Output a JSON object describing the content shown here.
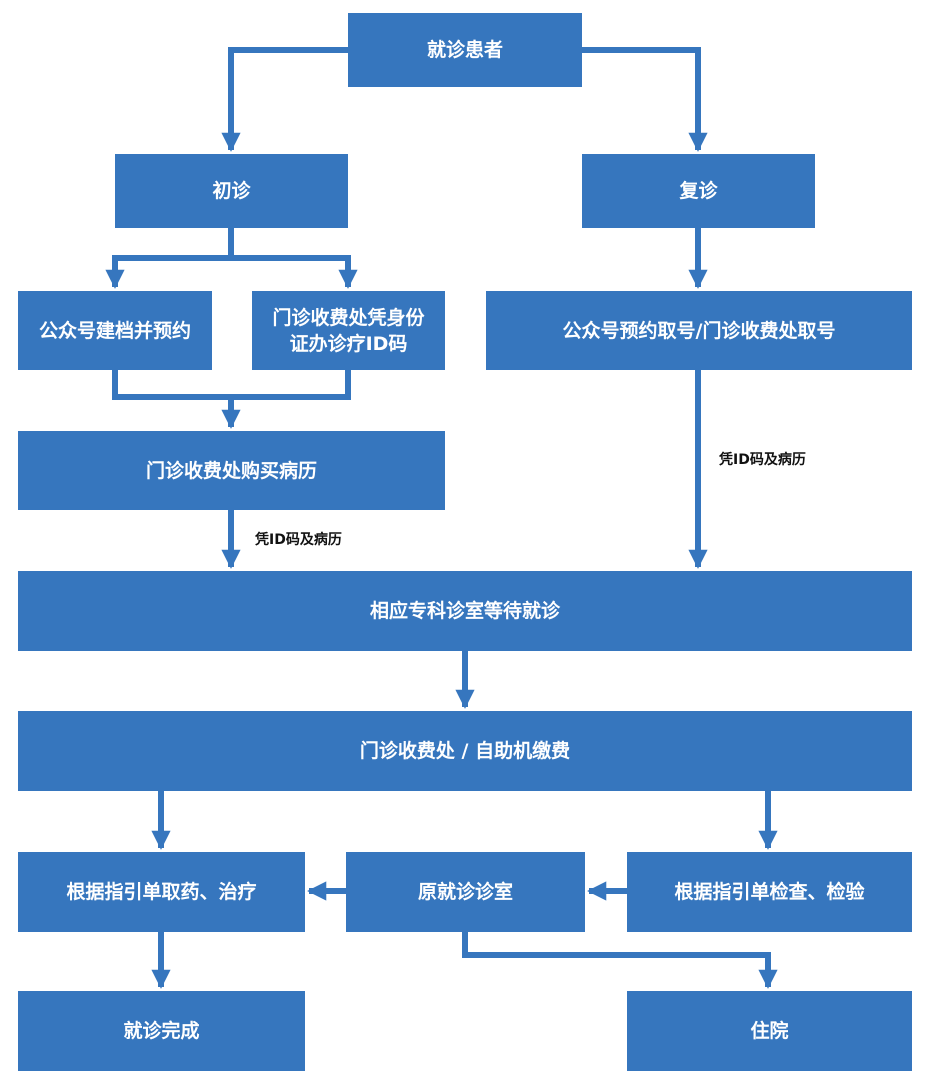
{
  "title": "就诊流程图",
  "colors": {
    "box_fill": "#3676be",
    "box_text": "#ffffff",
    "connector": "#3676be",
    "label_text": "#111111"
  },
  "nodes": {
    "patient": "就诊患者",
    "first_visit": "初诊",
    "return_visit": "复诊",
    "wechat_register": "公众号建档并预约",
    "cashier_id_line1": "门诊收费处凭身份",
    "cashier_id_line2": "证办诊疗ID码",
    "return_ticket": "公众号预约取号/门诊收费处取号",
    "buy_record": "门诊收费处购买病历",
    "wait_clinic": "相应专科诊室等待就诊",
    "payment": "门诊收费处 / 自助机缴费",
    "medicine_treatment": "根据指引单取药、治疗",
    "original_clinic": "原就诊诊室",
    "exam_test": "根据指引单检查、检验",
    "visit_complete": "就诊完成",
    "hospitalization": "住院"
  },
  "edge_labels": {
    "left_to_wait": "凭ID码及病历",
    "right_to_wait": "凭ID码及病历"
  }
}
